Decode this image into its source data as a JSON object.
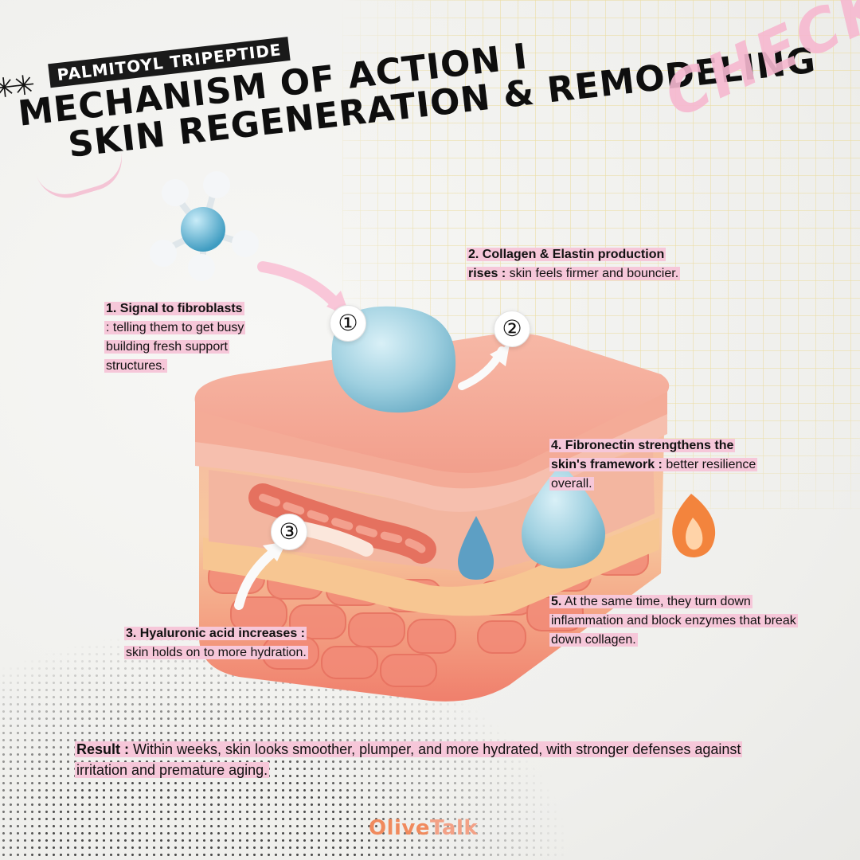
{
  "header": {
    "stars": "✳✳",
    "tag": "PALMITOYL TRIPEPTIDE",
    "title_line1": "MECHANISM OF ACTION I",
    "title_line2": "SKIN REGENERATION & REMODELING",
    "check_text": "CHECK"
  },
  "steps": [
    {
      "num": "①",
      "bold": "1. Signal to fibroblasts",
      "sep": " : ",
      "text": "telling them to get busy building fresh support structures."
    },
    {
      "num": "②",
      "bold": "2. Collagen & Elastin production rises :",
      "sep": " ",
      "text": "skin feels firmer and bouncier."
    },
    {
      "num": "③",
      "bold": "3. Hyaluronic acid increases :",
      "sep": " ",
      "text": "skin holds on to more hydration."
    },
    {
      "bold": "4. Fibronectin strengthens the skin's framework :",
      "sep": " ",
      "text": "better resilience overall."
    },
    {
      "bold": "5.",
      "sep": " ",
      "text": "At the same time, they turn down inflammation and block enzymes that break down collagen."
    }
  ],
  "result": {
    "bold": "Result :",
    "text": " Within weeks, skin looks smoother, plumper, and more hydrated, with stronger defenses against irritation and premature aging."
  },
  "brand": {
    "part1": "Olive",
    "part2": "Talk"
  },
  "colors": {
    "highlight": "#f6c7d9",
    "brand": "#f08a5d",
    "skin_top": "#f4a893",
    "droplet": "#8fc6d8"
  },
  "icons": [
    "molecule-icon",
    "flame-icon",
    "droplet-icon",
    "collagen-fiber-icon"
  ]
}
